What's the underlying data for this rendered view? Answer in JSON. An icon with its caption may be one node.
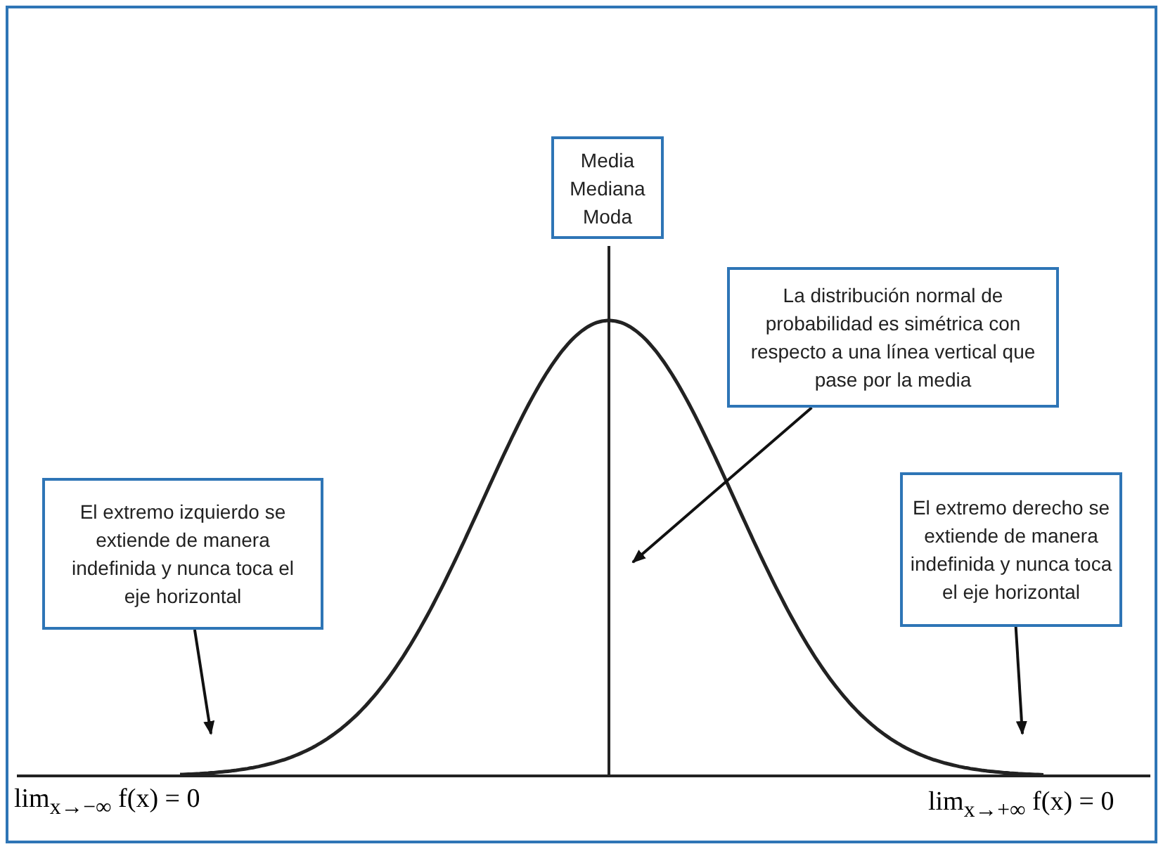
{
  "diagram": {
    "nodes": [
      {
        "text": [
          "Media Mediana Moda"
        ]
      },
      {
        "text": [
          "La distribución normal de probabilidad es simétrica con respecto a una línea vertical que pase por la media"
        ]
      },
      {
        "text": [
          "El extremo izquierdo se extiende de manera indefinida y nunca toca el eje horizontal"
        ]
      },
      {
        "text": [
          "El extremo derecho se extiende de manera indefinida y nunca toca el eje horizontal"
        ]
      }
    ],
    "edges": [
      {
        "from": 1,
        "to": null,
        "arrow": "to"
      },
      {
        "from": 2,
        "to": null,
        "arrow": "to"
      },
      {
        "from": 3,
        "to": null,
        "arrow": "to"
      }
    ],
    "labels": [
      "lim$_{x→−∞}$ f(x) = 0",
      "lim$_{x→+∞}$ f(x) = 0"
    ]
  }
}
